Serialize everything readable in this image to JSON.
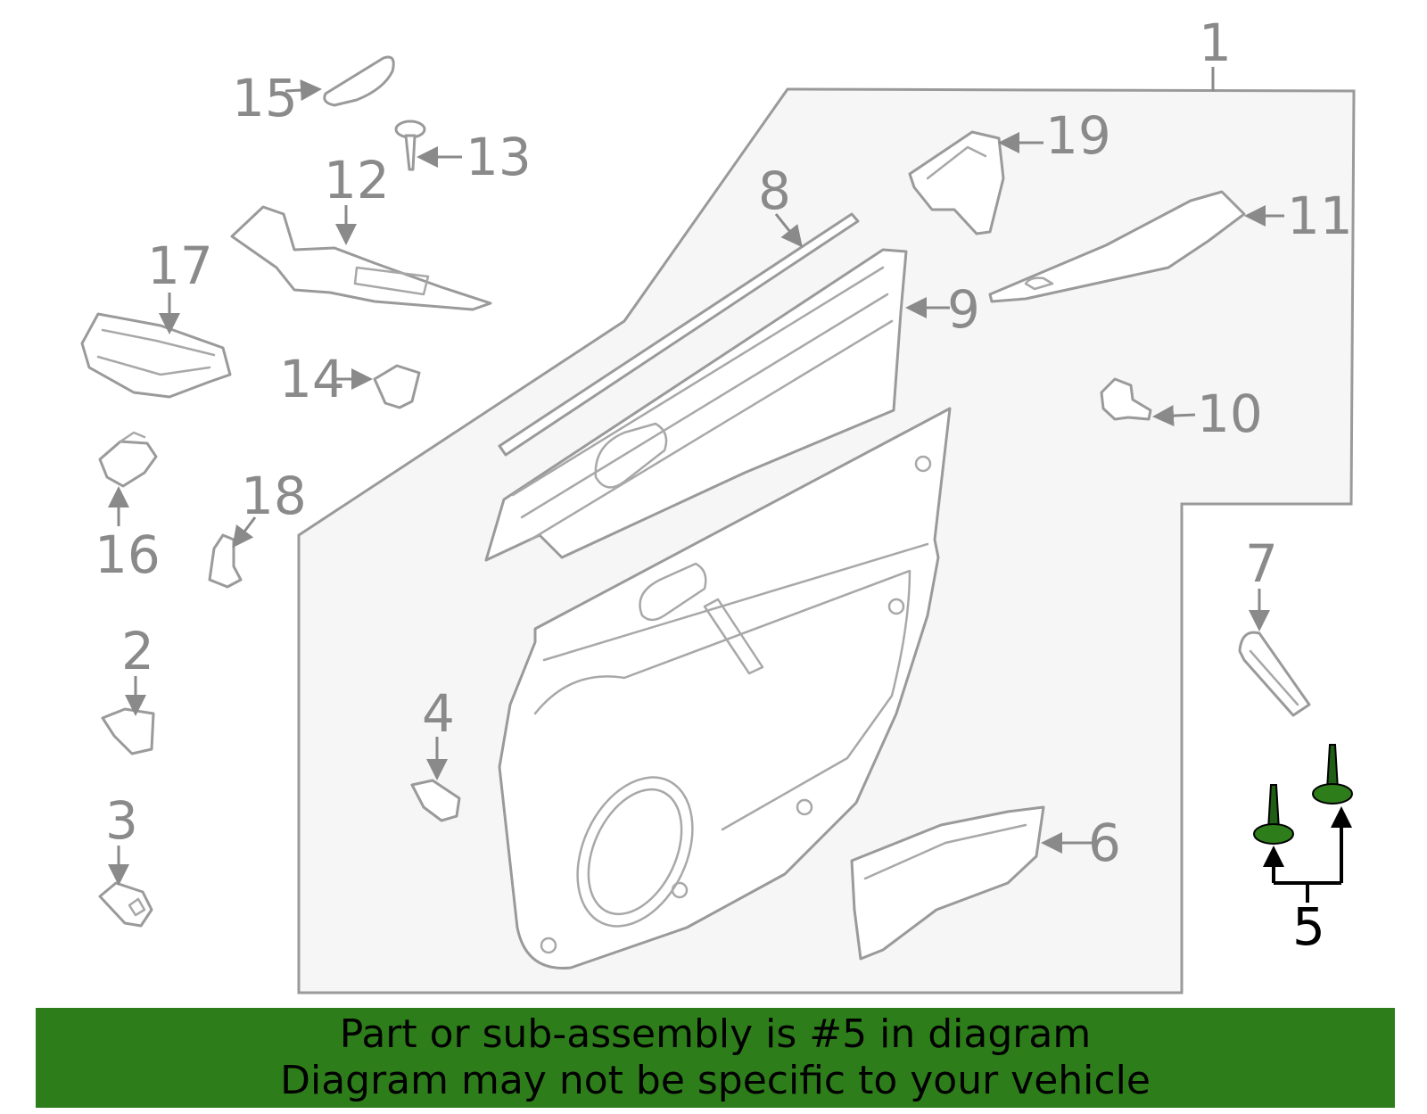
{
  "colors": {
    "background": "#ffffff",
    "parts_stroke": "#9a9a9a",
    "panel_fill": "#f6f6f6",
    "highlight_part": "#2e7d1b",
    "banner_background": "#2e7d1b",
    "banner_text": "#000000"
  },
  "highlighted_callout": "5",
  "callouts": {
    "c1": "1",
    "c2": "2",
    "c3": "3",
    "c4": "4",
    "c5": "5",
    "c6": "6",
    "c7": "7",
    "c8": "8",
    "c9": "9",
    "c10": "10",
    "c11": "11",
    "c12": "12",
    "c13": "13",
    "c14": "14",
    "c15": "15",
    "c16": "16",
    "c17": "17",
    "c18": "18",
    "c19": "19"
  },
  "banner": {
    "line1": "Part or sub-assembly is #5 in diagram",
    "line2": "Diagram may not be specific to your vehicle"
  }
}
